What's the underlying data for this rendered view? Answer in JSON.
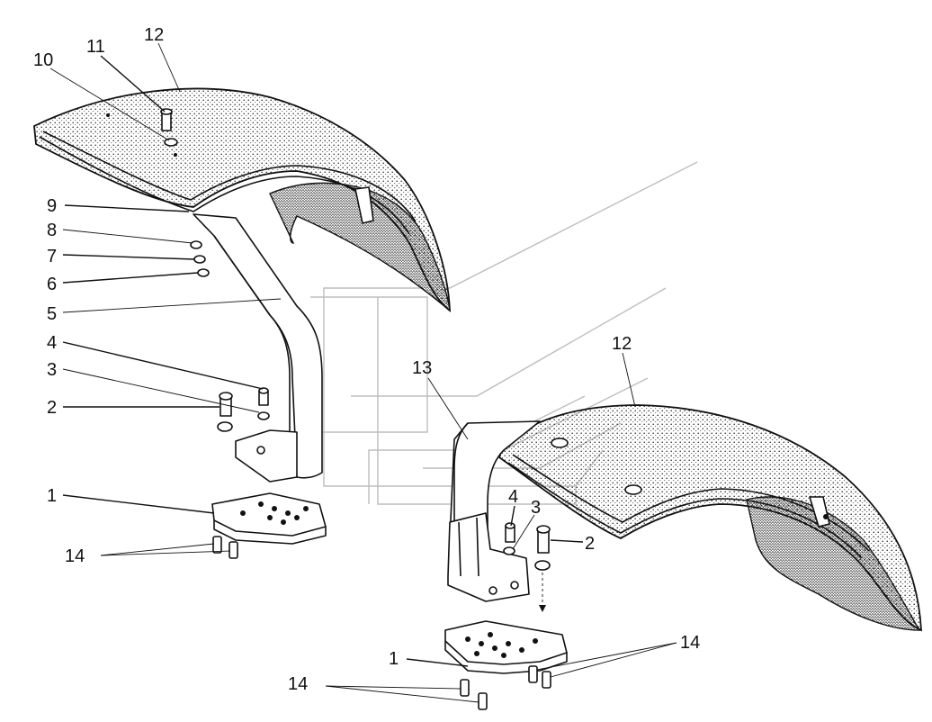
{
  "callouts": {
    "n1": "1",
    "n2": "2",
    "n3": "3",
    "n4": "4",
    "n5": "5",
    "n6": "6",
    "n7": "7",
    "n8": "8",
    "n9": "9",
    "n10": "10",
    "n11": "11",
    "n12": "12",
    "n13": "13",
    "n14": "14"
  },
  "colors": {
    "ink": "#111111",
    "watermark": "#bdbdbd",
    "background": "#ffffff"
  }
}
